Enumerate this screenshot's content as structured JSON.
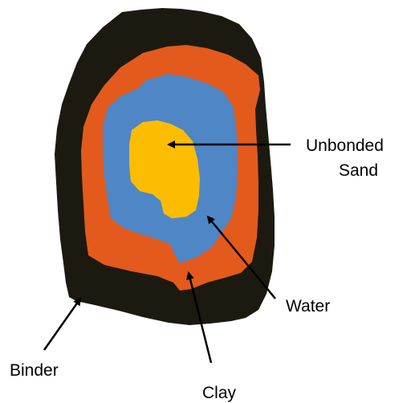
{
  "labels": {
    "unbonded_line1": "Unbonded",
    "unbonded_line2": "Sand",
    "water": "Water",
    "binder": "Binder",
    "clay": "Clay"
  },
  "colors": {
    "binder": "#1c1a10",
    "clay": "#e35a1c",
    "water": "#4f86c6",
    "sand": "#fcbd00",
    "arrow": "#000000"
  }
}
